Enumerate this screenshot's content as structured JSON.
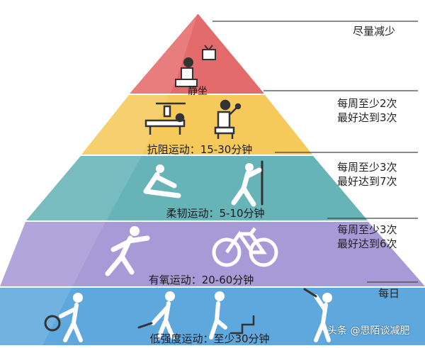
{
  "pyramid": {
    "tiers": [
      {
        "label": "静坐",
        "note_lines": [
          "尽量减少"
        ],
        "color": "#e46b6b"
      },
      {
        "label": "抗阻运动：15-30分钟",
        "note_lines": [
          "每周至少2次",
          "最好达到3次"
        ],
        "color": "#f5c95a"
      },
      {
        "label": "柔韧运动：5-10分钟",
        "note_lines": [
          "每周至少3次",
          "最好达到7次"
        ],
        "color": "#66b3b8"
      },
      {
        "label": "有氧运动：20-60分钟",
        "note_lines": [
          "每周至少3次",
          "最好达到6次"
        ],
        "color": "#a79ad6"
      },
      {
        "label": "低强度运动：至少30分钟",
        "note_lines": [
          "每日"
        ],
        "color": "#5fa8dd"
      }
    ]
  },
  "watermark": {
    "text": "头条 @思陌谈减肥"
  }
}
